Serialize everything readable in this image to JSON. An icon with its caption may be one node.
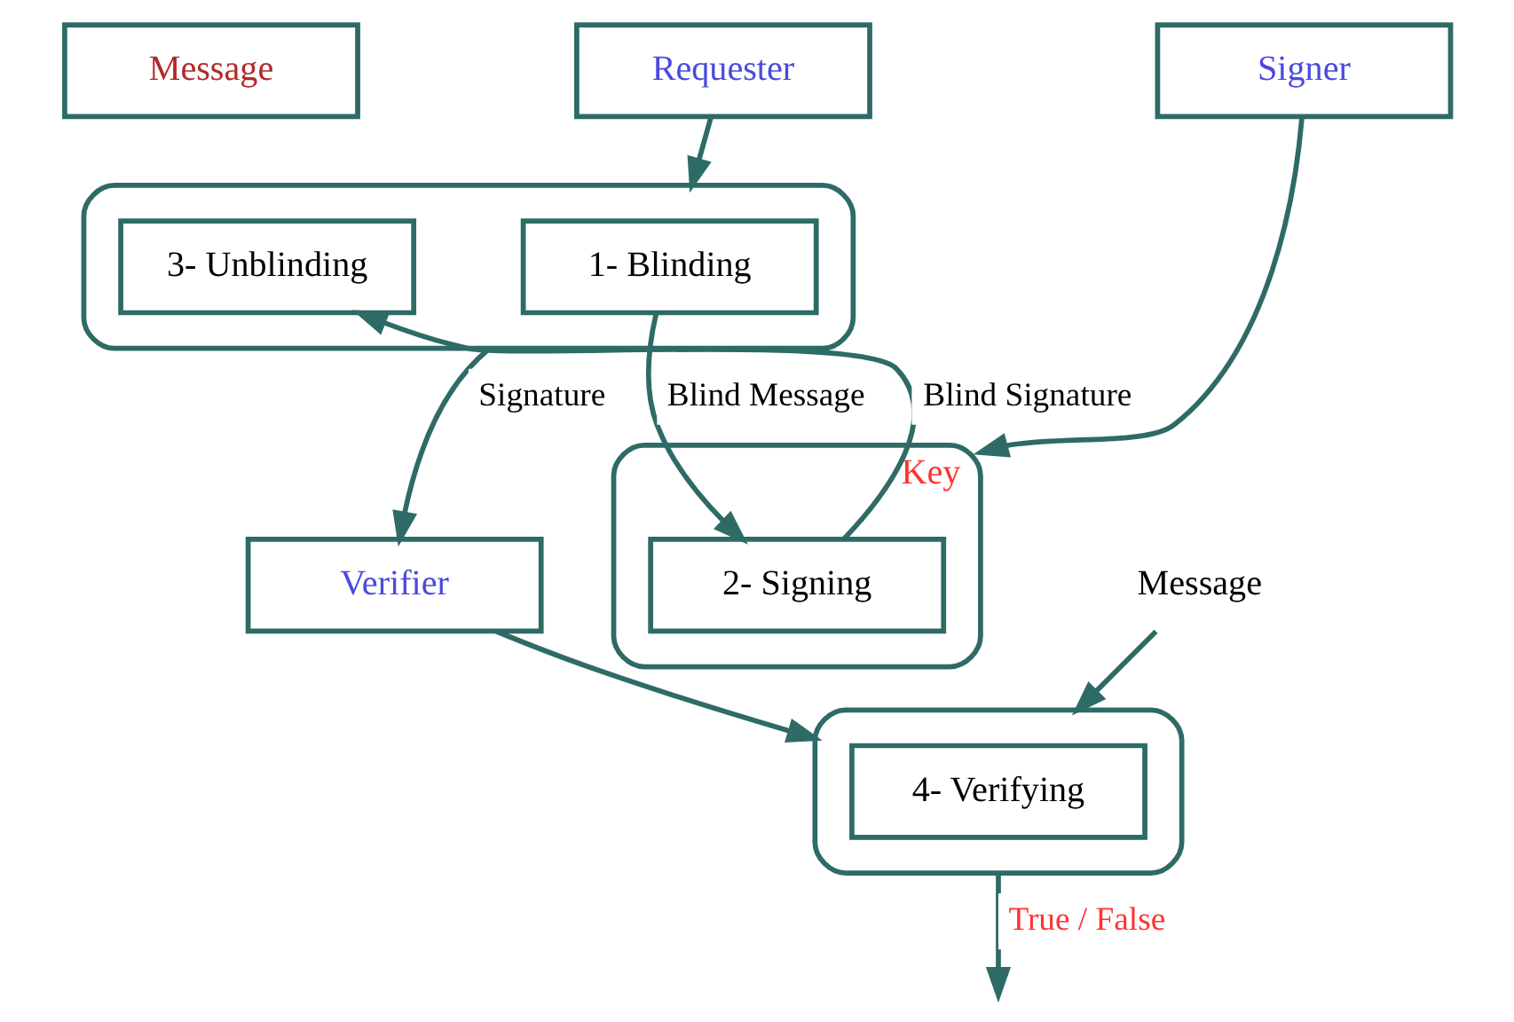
{
  "diagram": {
    "nodes": [
      {
        "text": [
          "Requester"
        ]
      },
      {
        "text": [
          "Signer"
        ]
      },
      {
        "text": [
          "Message"
        ]
      },
      {
        "text": [],
        "shape": "box"
      },
      {
        "text": [
          "1- Blinding"
        ],
        "in": 3
      },
      {
        "text": [
          "3- Unblinding"
        ],
        "in": 3
      },
      {
        "text": [
          "Key"
        ]
      },
      {
        "text": [
          "2- Signing"
        ],
        "in": 6
      },
      {
        "text": [
          "Verifier"
        ]
      },
      {
        "text": [],
        "shape": "box"
      },
      {
        "text": [
          "4- Verifying"
        ],
        "in": 9
      },
      {
        "text": [
          "Message"
        ]
      }
    ],
    "edges": [
      {
        "from": 0,
        "to": 3,
        "arrow": "to"
      },
      {
        "from": 1,
        "to": 6,
        "arrow": "to"
      },
      {
        "from": 4,
        "to": 7,
        "label": "Blind Message",
        "arrow": "to"
      },
      {
        "from": 7,
        "to": 5,
        "label": "Blind Signature",
        "arrow": "to"
      },
      {
        "from": 3,
        "to": 8,
        "label": "Signature",
        "arrow": "to"
      },
      {
        "from": 8,
        "to": 9,
        "arrow": "to"
      },
      {
        "from": 11,
        "to": 9,
        "arrow": "to"
      },
      {
        "from": 9,
        "to": null,
        "label": "True / False",
        "arrow": "to"
      }
    ]
  }
}
